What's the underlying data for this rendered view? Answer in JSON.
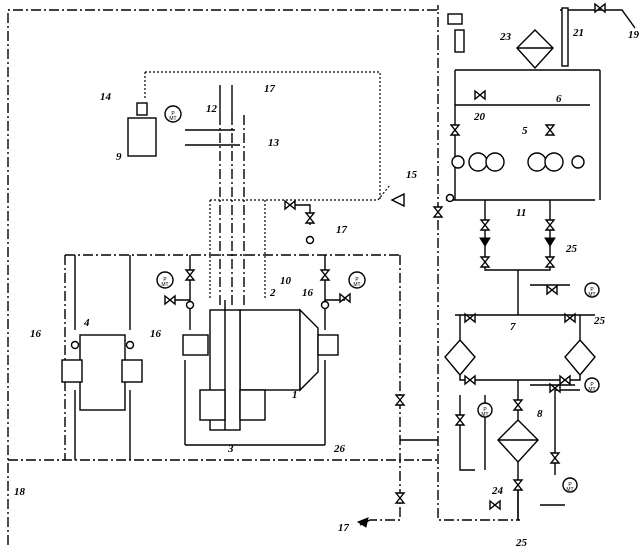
{
  "labels": {
    "n1": "1",
    "n2": "2",
    "n3": "3",
    "n4": "4",
    "n5": "5",
    "n6": "6",
    "n7": "7",
    "n8": "8",
    "n9": "9",
    "n10": "10",
    "n11": "11",
    "n12": "12",
    "n13": "13",
    "n14": "14",
    "n15": "15",
    "n16a": "16",
    "n16b": "16",
    "n16c": "16",
    "n17a": "17",
    "n17b": "17",
    "n17c": "17",
    "n18": "18",
    "n19": "19",
    "n20": "20",
    "n21": "21",
    "n23": "23",
    "n24": "24",
    "n25a": "25",
    "n25b": "25",
    "n25c": "25",
    "n26": "26"
  },
  "gauges": {
    "g_top": "P\nMT",
    "g_l": "P\nMT",
    "g_r": "P\nMT",
    "g_rt": "P\nMT",
    "g_rm": "P\nMT",
    "g_r8": "P\nMT",
    "g_r8b": "P\nMT"
  }
}
